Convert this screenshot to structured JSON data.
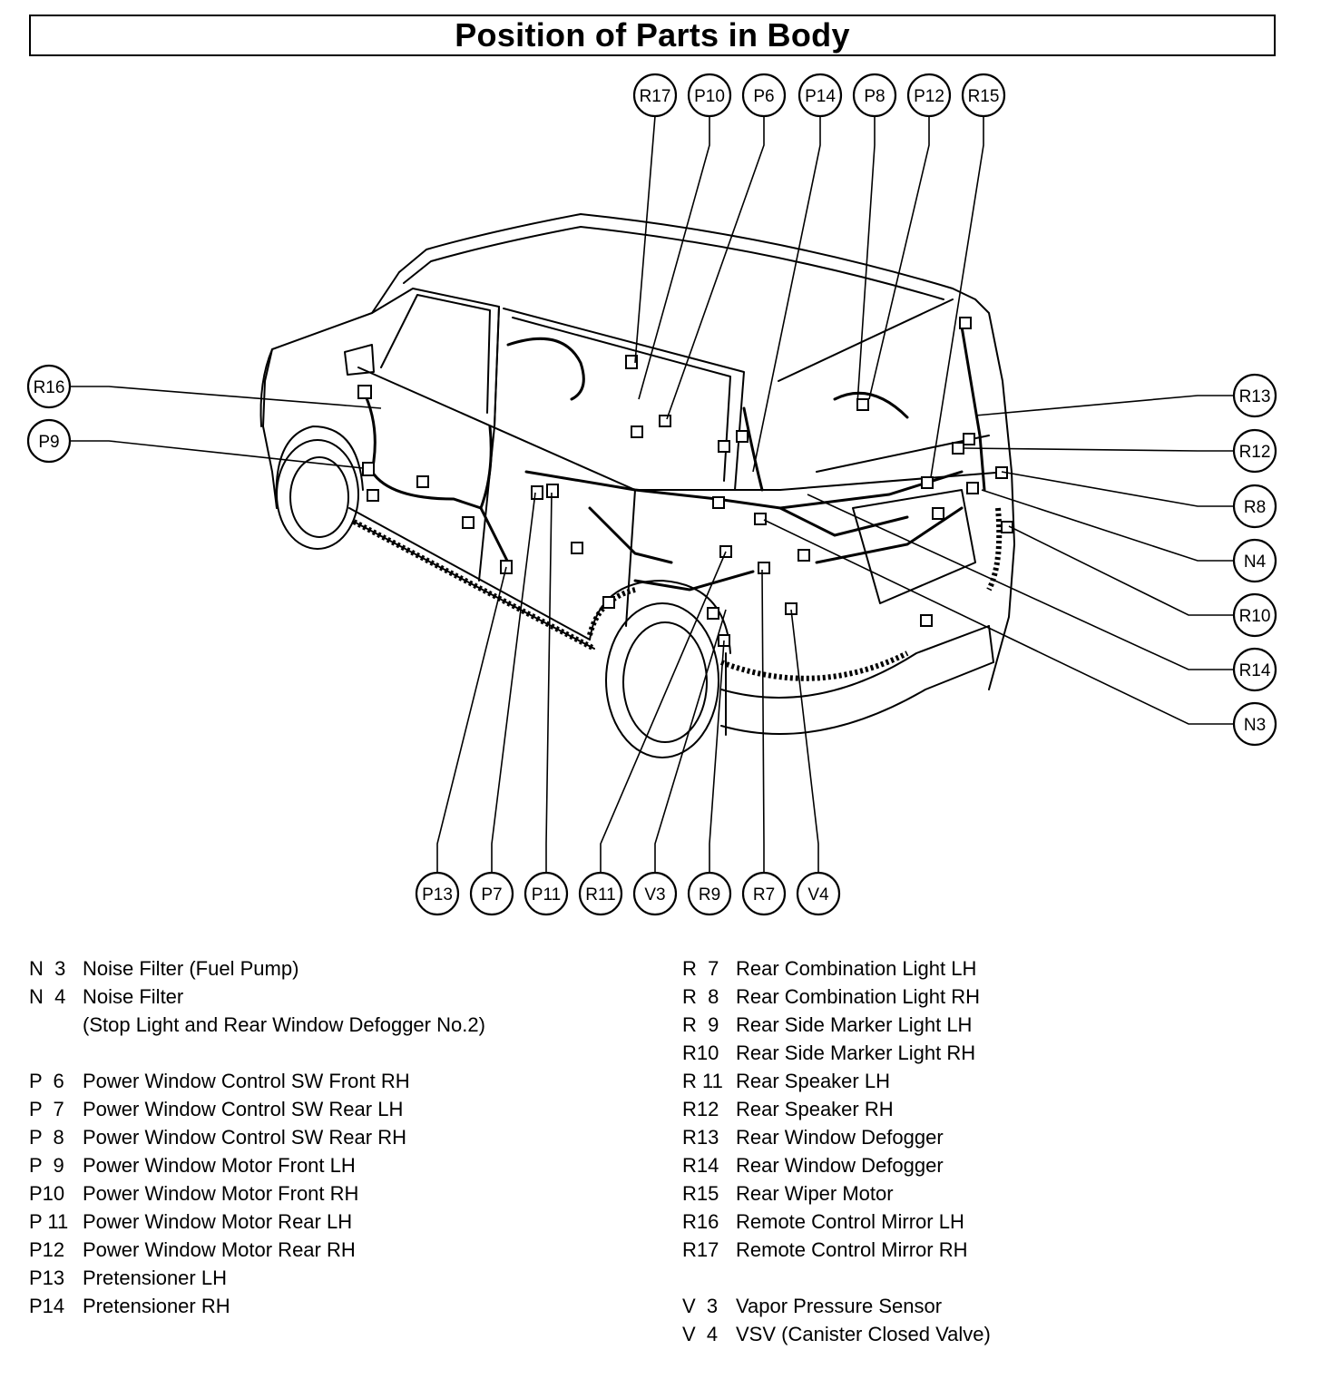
{
  "title": "Position of Parts in Body",
  "callouts_top": [
    "R17",
    "P10",
    "P6",
    "P14",
    "P8",
    "P12",
    "R15"
  ],
  "callouts_left": [
    "R16",
    "P9"
  ],
  "callouts_right": [
    "R13",
    "R12",
    "R8",
    "N4",
    "R10",
    "R14",
    "N3"
  ],
  "callouts_bottom": [
    "P13",
    "P7",
    "P11",
    "R11",
    "V3",
    "R9",
    "R7",
    "V4"
  ],
  "legend_left": [
    {
      "code": "N  3",
      "desc": "Noise Filter (Fuel Pump)"
    },
    {
      "code": "N  4",
      "desc": "Noise Filter"
    },
    {
      "code": "",
      "desc": "(Stop Light and Rear Window Defogger No.2)"
    },
    {
      "code": "",
      "desc": ""
    },
    {
      "code": "P  6",
      "desc": "Power Window Control SW Front RH"
    },
    {
      "code": "P  7",
      "desc": "Power Window Control SW Rear LH"
    },
    {
      "code": "P  8",
      "desc": "Power Window Control SW Rear RH"
    },
    {
      "code": "P  9",
      "desc": "Power Window Motor Front LH"
    },
    {
      "code": "P10",
      "desc": "Power Window Motor Front RH"
    },
    {
      "code": "P 11",
      "desc": "Power Window Motor Rear LH"
    },
    {
      "code": "P12",
      "desc": "Power Window Motor Rear RH"
    },
    {
      "code": "P13",
      "desc": "Pretensioner LH"
    },
    {
      "code": "P14",
      "desc": "Pretensioner RH"
    }
  ],
  "legend_right": [
    {
      "code": "R  7",
      "desc": "Rear Combination Light LH"
    },
    {
      "code": "R  8",
      "desc": "Rear Combination Light RH"
    },
    {
      "code": "R  9",
      "desc": "Rear Side Marker Light LH"
    },
    {
      "code": "R10",
      "desc": "Rear Side Marker Light RH"
    },
    {
      "code": "R 11",
      "desc": "Rear Speaker LH"
    },
    {
      "code": "R12",
      "desc": "Rear Speaker RH"
    },
    {
      "code": "R13",
      "desc": "Rear Window Defogger"
    },
    {
      "code": "R14",
      "desc": "Rear Window Defogger"
    },
    {
      "code": "R15",
      "desc": "Rear Wiper Motor"
    },
    {
      "code": "R16",
      "desc": "Remote Control Mirror LH"
    },
    {
      "code": "R17",
      "desc": "Remote Control Mirror RH"
    },
    {
      "code": "",
      "desc": ""
    },
    {
      "code": "V  3",
      "desc": "Vapor Pressure Sensor"
    },
    {
      "code": "V  4",
      "desc": "VSV (Canister Closed Valve)"
    }
  ]
}
